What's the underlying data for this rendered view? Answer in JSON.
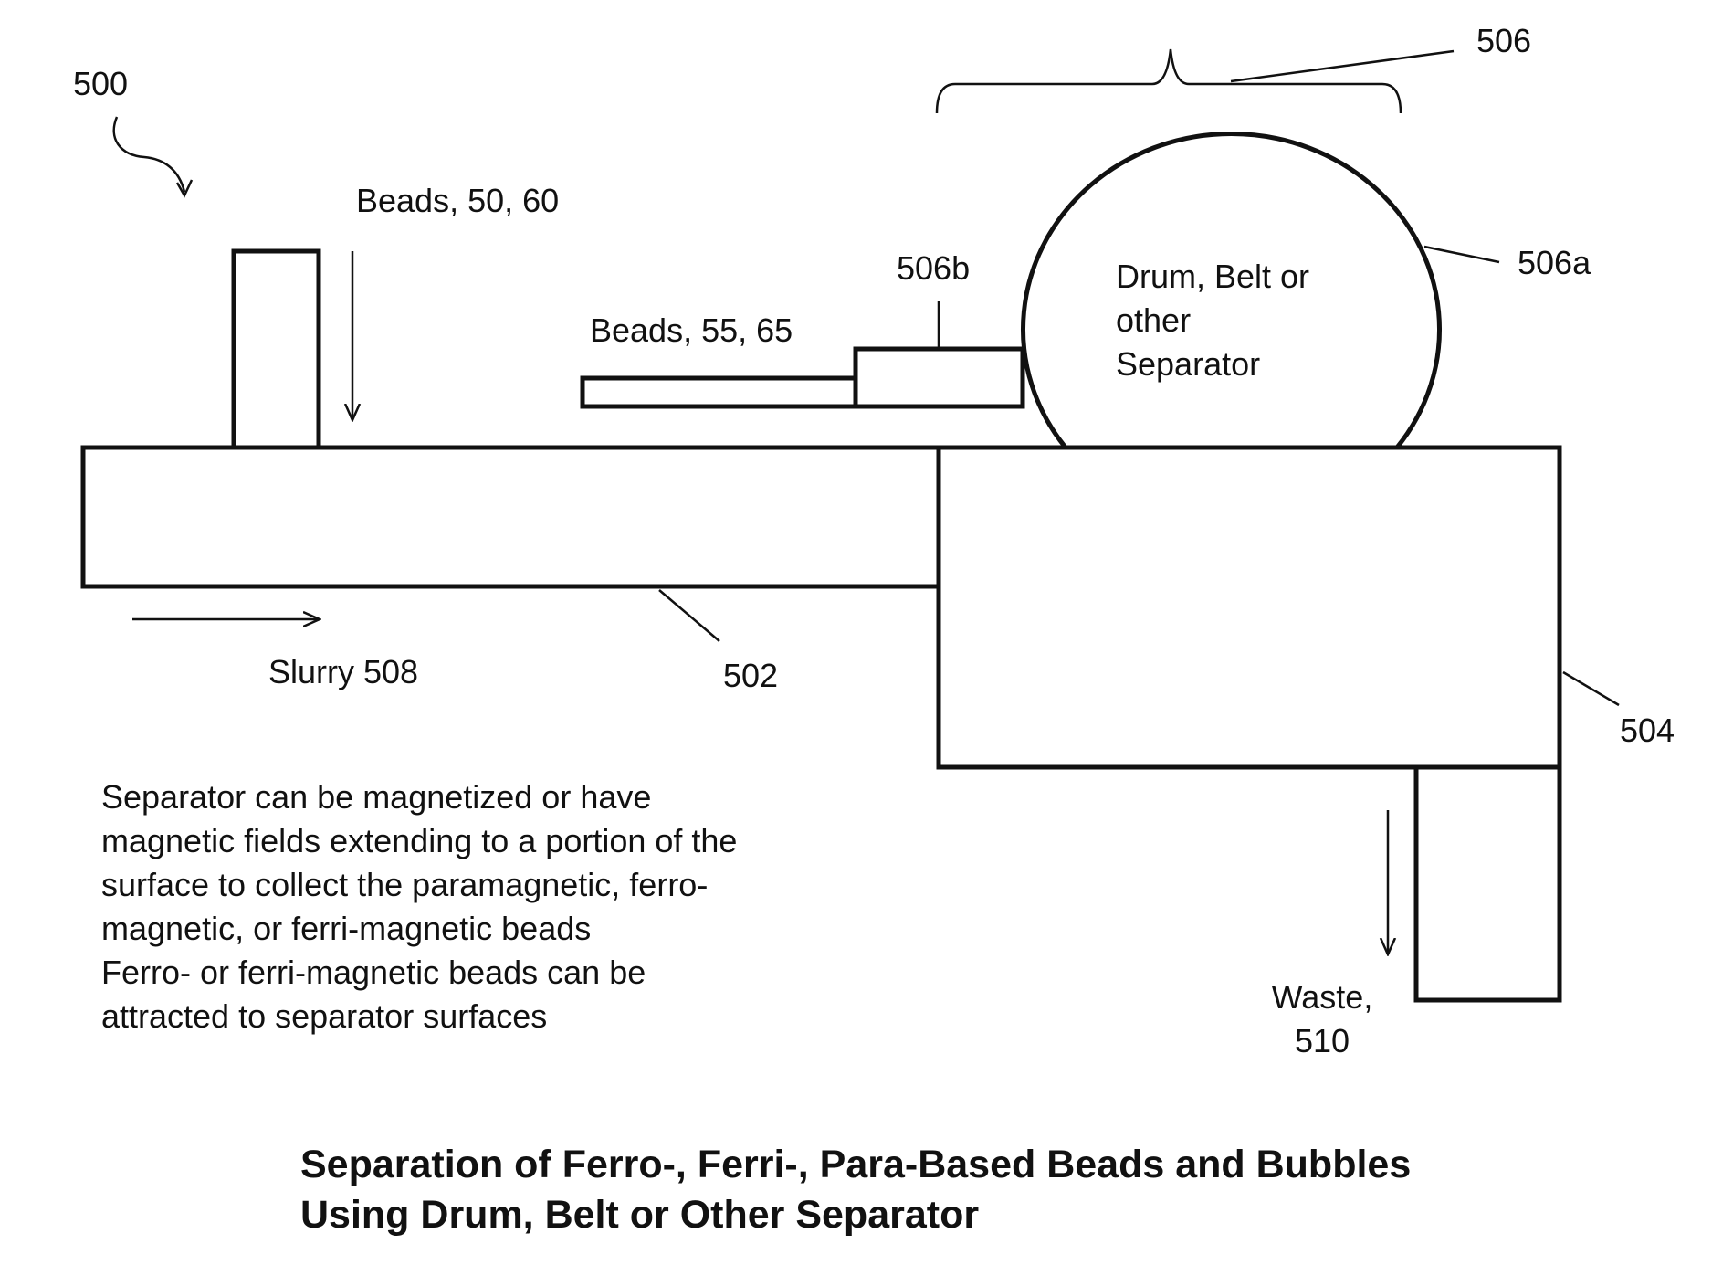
{
  "labels": {
    "ref_500": "500",
    "beads_top": "Beads, 50, 60",
    "beads_side": "Beads, 55, 65",
    "ref_506": "506",
    "ref_506a": "506a",
    "ref_506b": "506b",
    "drum_line1": "Drum, Belt  or",
    "drum_line2": "other",
    "drum_line3": "Separator",
    "slurry": "Slurry 508",
    "ref_502": "502",
    "ref_504": "504",
    "waste_line1": "Waste,",
    "waste_line2": "510"
  },
  "note": {
    "line1": "Separator can be magnetized or have",
    "line2": "magnetic fields extending to a portion of the",
    "line3": "surface to collect the paramagnetic, ferro-",
    "line4": "magnetic, or ferri-magnetic beads",
    "line5": "Ferro- or ferri-magnetic beads can be",
    "line6": "attracted to separator surfaces"
  },
  "title": {
    "line1": "Separation of Ferro-, Ferri-, Para-Based Beads and Bubbles",
    "line2": "Using Drum, Belt or Other Separator"
  },
  "colors": {
    "ink": "#111111",
    "background": "#ffffff"
  }
}
